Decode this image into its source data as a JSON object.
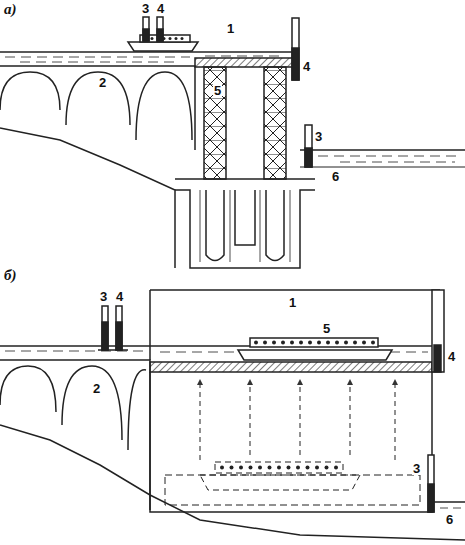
{
  "diagram": {
    "labels": [
      "а)",
      "3",
      "4",
      "1",
      "2",
      "4",
      "5",
      "3",
      "6",
      "б)",
      "3",
      "4",
      "1",
      "2",
      "5",
      "4",
      "3",
      "6"
    ]
  }
}
